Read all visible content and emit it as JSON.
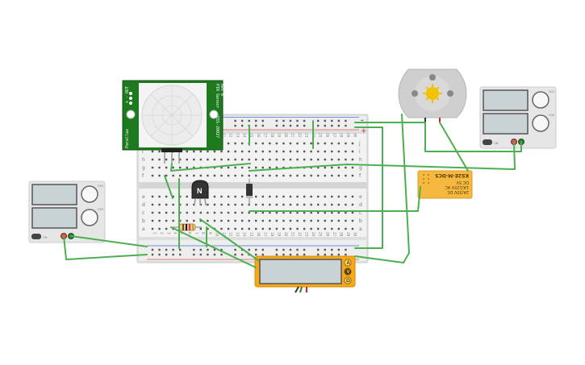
{
  "breadboard": {
    "row_labels_top": [
      "j",
      "i",
      "h",
      "g",
      "f"
    ],
    "row_labels_bottom": [
      "e",
      "d",
      "c",
      "b",
      "a"
    ],
    "columns": [
      "1",
      "2",
      "3",
      "4",
      "5",
      "6",
      "7",
      "8",
      "9",
      "10",
      "11",
      "12",
      "13",
      "14",
      "15",
      "16",
      "17",
      "18",
      "19",
      "20",
      "21",
      "22",
      "23",
      "24",
      "25",
      "26",
      "27",
      "28",
      "29",
      "30"
    ],
    "rail_plus": "+",
    "rail_minus": "-"
  },
  "pir_sensor": {
    "title": "PIR Sensor",
    "revision": "Rev B",
    "part_number": "555-28027",
    "brand": "Parallax",
    "pin_labels": [
      "+",
      "-",
      "OUT"
    ]
  },
  "transistor": {
    "label": "N"
  },
  "relay": {
    "part": "KS2E-M-DC5",
    "lines": [
      "2A/30V DC",
      "1A/125V AC",
      "DC 5V"
    ]
  },
  "multimeter": {
    "modes": [
      "A",
      "V",
      "Ω"
    ]
  },
  "power_supplies": {
    "left": {
      "labels": [
        "CH1",
        "CH2"
      ],
      "switch": "ON"
    },
    "right": {
      "labels": [
        "CH1",
        "CH2"
      ],
      "switch": "ON"
    }
  },
  "colors": {
    "wire": "#4caf50",
    "pcb": "#1e7a1e",
    "relay": "#f5b942",
    "meter": "#f4a91b",
    "breadboard": "#e8e8e8",
    "rail_red": "#d9534f",
    "rail_blue": "#4a6fd6"
  }
}
